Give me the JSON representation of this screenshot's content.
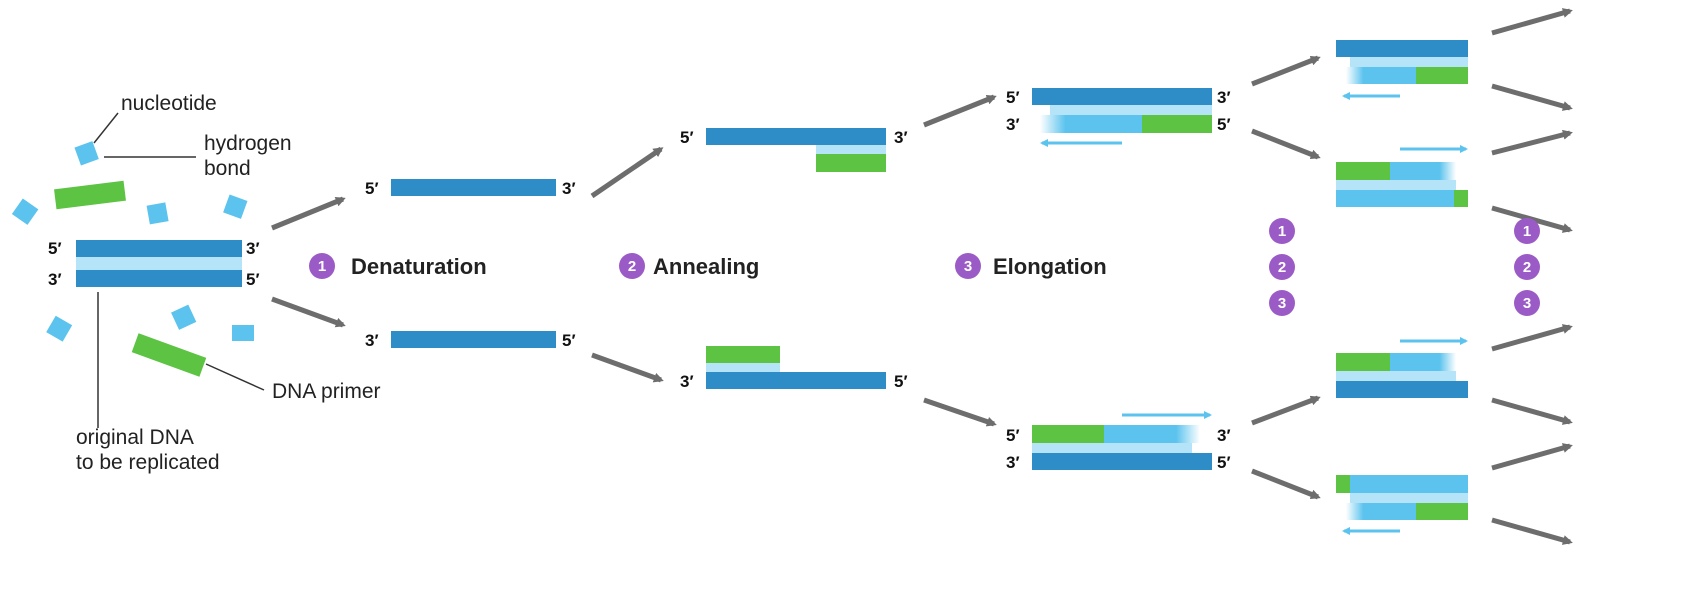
{
  "labels": {
    "nucleotide": "nucleotide",
    "hydrogen_bond_1": "hydrogen",
    "hydrogen_bond_2": "bond",
    "dna_primer": "DNA primer",
    "original_dna_1": "original DNA",
    "original_dna_2": "to be replicated"
  },
  "ends": {
    "five": "5′",
    "three": "3′"
  },
  "steps": [
    {
      "number": "1",
      "label": "Denaturation"
    },
    {
      "number": "2",
      "label": "Annealing"
    },
    {
      "number": "3",
      "label": "Elongation"
    }
  ],
  "colors": {
    "template_strand": "#2e8cc6",
    "hydrogen_bond": "#b5e3f7",
    "nucleotide": "#5bc3ee",
    "primer": "#5cc343",
    "new_strand": "#5bc3ee",
    "arrow": "#6d6d6d",
    "step_badge": "#9b5bc6"
  }
}
